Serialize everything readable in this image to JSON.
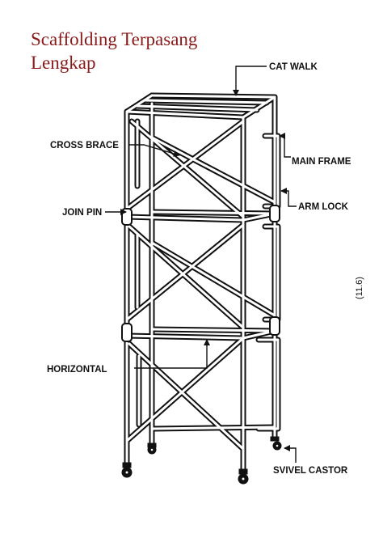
{
  "title": {
    "line1": "Scaffolding Terpasang",
    "line2": "Lengkap"
  },
  "labels": {
    "cat_walk": "CAT WALK",
    "cross_brace": "CROSS BRACE",
    "main_frame": "MAIN FRAME",
    "join_pin": "JOIN PIN",
    "arm_lock": "ARM LOCK",
    "horizontal": "HORIZONTAL",
    "svivel_castor": "SVIVEL CASTOR"
  },
  "figure_ref": "(11.6)",
  "colors": {
    "title": "#8b1a1a",
    "ink": "#111111"
  }
}
